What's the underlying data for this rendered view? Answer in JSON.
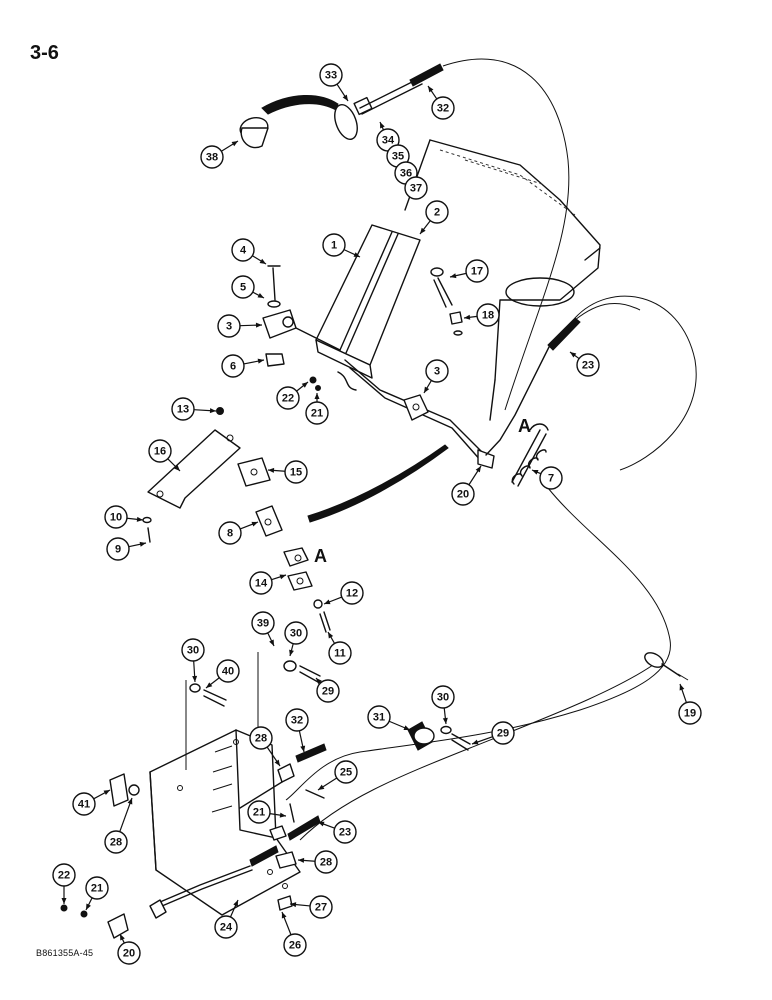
{
  "page_number": "3-6",
  "figure_code": "B861355A-45",
  "reference_letters": [
    "A",
    "A"
  ],
  "callouts": [
    {
      "id": "c33",
      "label": "33"
    },
    {
      "id": "c32",
      "label": "32"
    },
    {
      "id": "c38",
      "label": "38"
    },
    {
      "id": "c34",
      "label": "34"
    },
    {
      "id": "c35",
      "label": "35"
    },
    {
      "id": "c36",
      "label": "36"
    },
    {
      "id": "c37",
      "label": "37"
    },
    {
      "id": "c2",
      "label": "2"
    },
    {
      "id": "c1",
      "label": "1"
    },
    {
      "id": "c4",
      "label": "4"
    },
    {
      "id": "c17",
      "label": "17"
    },
    {
      "id": "c5",
      "label": "5"
    },
    {
      "id": "c18",
      "label": "18"
    },
    {
      "id": "c3a",
      "label": "3"
    },
    {
      "id": "c23a",
      "label": "23"
    },
    {
      "id": "c6",
      "label": "6"
    },
    {
      "id": "c3b",
      "label": "3"
    },
    {
      "id": "c22a",
      "label": "22"
    },
    {
      "id": "c21a",
      "label": "21"
    },
    {
      "id": "c13",
      "label": "13"
    },
    {
      "id": "c16",
      "label": "16"
    },
    {
      "id": "c15",
      "label": "15"
    },
    {
      "id": "c20a",
      "label": "20"
    },
    {
      "id": "c7",
      "label": "7"
    },
    {
      "id": "c10",
      "label": "10"
    },
    {
      "id": "c9",
      "label": "9"
    },
    {
      "id": "c8",
      "label": "8"
    },
    {
      "id": "c14",
      "label": "14"
    },
    {
      "id": "c12",
      "label": "12"
    },
    {
      "id": "c11",
      "label": "11"
    },
    {
      "id": "c39",
      "label": "39"
    },
    {
      "id": "c30a",
      "label": "30"
    },
    {
      "id": "c30b",
      "label": "30"
    },
    {
      "id": "c40",
      "label": "40"
    },
    {
      "id": "c29a",
      "label": "29"
    },
    {
      "id": "c30c",
      "label": "30"
    },
    {
      "id": "c31",
      "label": "31"
    },
    {
      "id": "c29b",
      "label": "29"
    },
    {
      "id": "c19",
      "label": "19"
    },
    {
      "id": "c28a",
      "label": "28"
    },
    {
      "id": "c32b",
      "label": "32"
    },
    {
      "id": "c25",
      "label": "25"
    },
    {
      "id": "c41",
      "label": "41"
    },
    {
      "id": "c28b",
      "label": "28"
    },
    {
      "id": "c21b",
      "label": "21"
    },
    {
      "id": "c23b",
      "label": "23"
    },
    {
      "id": "c28c",
      "label": "28"
    },
    {
      "id": "c22b",
      "label": "22"
    },
    {
      "id": "c21c",
      "label": "21"
    },
    {
      "id": "c27",
      "label": "27"
    },
    {
      "id": "c24",
      "label": "24"
    },
    {
      "id": "c26",
      "label": "26"
    },
    {
      "id": "c20b",
      "label": "20"
    }
  ]
}
